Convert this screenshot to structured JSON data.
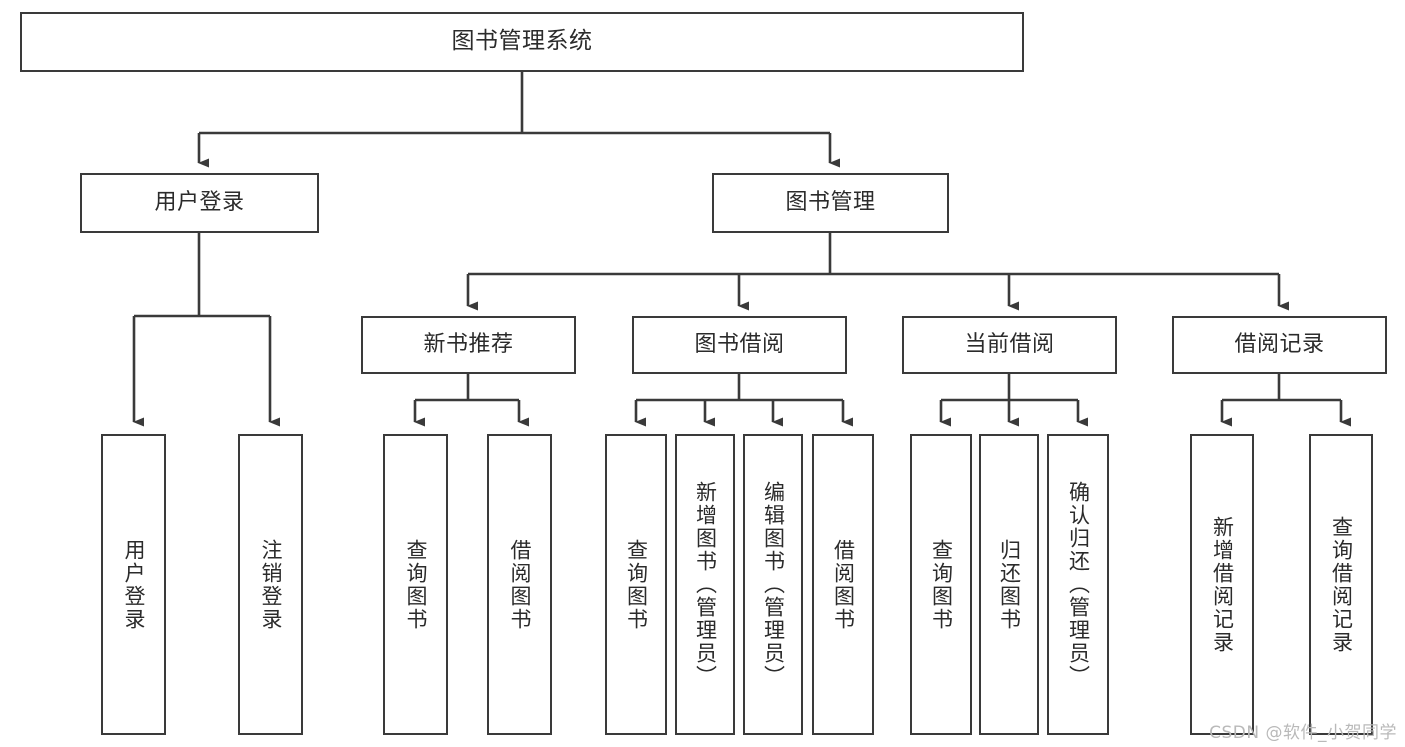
{
  "diagram": {
    "type": "tree-hierarchy-flowchart",
    "title": "图书管理系统",
    "colors": {
      "background": "#ffffff",
      "box_border": "#3a3a3a",
      "box_fill": "#ffffff",
      "text": "#2b2b2b",
      "connector": "#3a3a3a",
      "watermark": "#b9b9b9"
    },
    "levels": 4,
    "nodes": {
      "root": {
        "label": "图书管理系统",
        "orientation": "horizontal"
      },
      "level2": [
        {
          "id": "user-login",
          "label": "用户登录",
          "orientation": "horizontal"
        },
        {
          "id": "book-manage",
          "label": "图书管理",
          "orientation": "horizontal"
        }
      ],
      "level3": [
        {
          "id": "new-book-recommend",
          "label": "新书推荐",
          "orientation": "horizontal"
        },
        {
          "id": "book-borrow",
          "label": "图书借阅",
          "orientation": "horizontal"
        },
        {
          "id": "current-borrow",
          "label": "当前借阅",
          "orientation": "horizontal"
        },
        {
          "id": "borrow-record",
          "label": "借阅记录",
          "orientation": "horizontal"
        }
      ],
      "leaves": [
        {
          "id": "leaf-user-login",
          "label": "用户登录",
          "parent": "user-login",
          "orientation": "vertical"
        },
        {
          "id": "leaf-user-logout",
          "label": "注销登录",
          "parent": "user-login",
          "orientation": "vertical"
        },
        {
          "id": "leaf-query-book-1",
          "label": "查询图书",
          "parent": "new-book-recommend",
          "orientation": "vertical"
        },
        {
          "id": "leaf-borrow-book-1",
          "label": "借阅图书",
          "parent": "new-book-recommend",
          "orientation": "vertical"
        },
        {
          "id": "leaf-query-book-2",
          "label": "查询图书",
          "parent": "book-borrow",
          "orientation": "vertical"
        },
        {
          "id": "leaf-add-book",
          "label": "新增图书（管理员）",
          "parent": "book-borrow",
          "orientation": "vertical"
        },
        {
          "id": "leaf-edit-book",
          "label": "编辑图书（管理员）",
          "parent": "book-borrow",
          "orientation": "vertical"
        },
        {
          "id": "leaf-borrow-book-2",
          "label": "借阅图书",
          "parent": "book-borrow",
          "orientation": "vertical"
        },
        {
          "id": "leaf-query-book-3",
          "label": "查询图书",
          "parent": "current-borrow",
          "orientation": "vertical"
        },
        {
          "id": "leaf-return-book",
          "label": "归还图书",
          "parent": "current-borrow",
          "orientation": "vertical"
        },
        {
          "id": "leaf-confirm-return",
          "label": "确认归还（管理员）",
          "parent": "current-borrow",
          "orientation": "vertical"
        },
        {
          "id": "leaf-add-record",
          "label": "新增借阅记录",
          "parent": "borrow-record",
          "orientation": "vertical"
        },
        {
          "id": "leaf-query-record",
          "label": "查询借阅记录",
          "parent": "borrow-record",
          "orientation": "vertical"
        }
      ]
    },
    "watermark": "CSDN @软件_小贺同学"
  }
}
